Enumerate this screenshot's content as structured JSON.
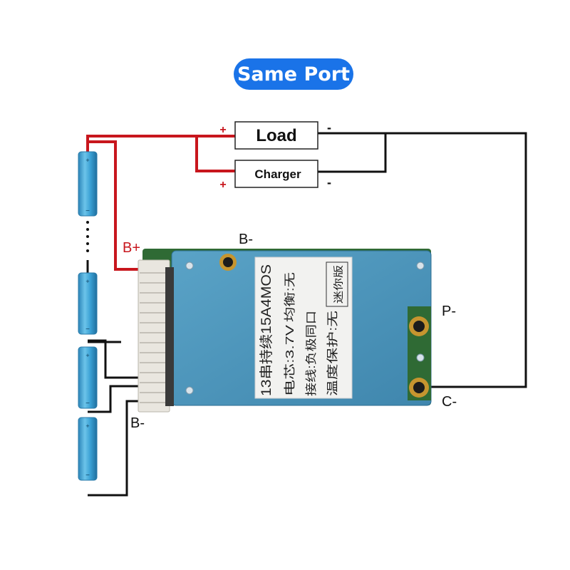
{
  "title": "Same Port",
  "boxes": {
    "load": "Load",
    "charger": "Charger"
  },
  "polarity": {
    "plus": "+",
    "minus": "-"
  },
  "terminals": {
    "b_plus": "B+",
    "b_minus_top": "B-",
    "b_minus_bottom": "B-",
    "p_minus": "P-",
    "c_minus": "C-"
  },
  "board_label": {
    "line1": "13串持续15A4MOS",
    "line2_a": "电芯:3.7V",
    "line2_b": "均衡:无",
    "line3": "接线:负极同口",
    "line4": "温度保护:无",
    "edition": "迷你版"
  },
  "colors": {
    "positive_wire": "#c8161d",
    "negative_wire": "#111111",
    "cell": "#3aa0d4",
    "board": "#4b8fb5",
    "pill": "#1a73e8"
  }
}
